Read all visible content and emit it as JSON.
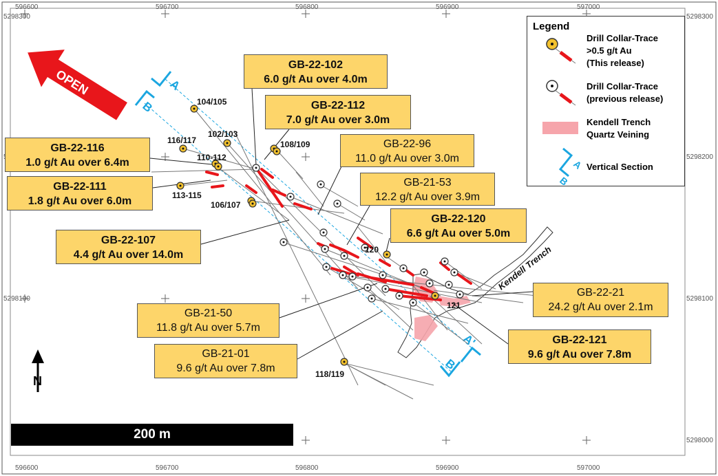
{
  "grid": {
    "x_labels": [
      "596600",
      "596700",
      "596800",
      "596900",
      "597000"
    ],
    "y_labels": [
      "5298300",
      "5298200",
      "5298100",
      "5298000"
    ]
  },
  "open_label": "OPEN",
  "section_labels": {
    "a": "A",
    "b": "B",
    "a_prime": "A'",
    "b_prime": "B'"
  },
  "north_label": "N",
  "trench_label": "Kendell Trench",
  "hole_labels": [
    "104/105",
    "102/103",
    "116/117",
    "110-112",
    "108/109",
    "113-115",
    "106/107",
    "120",
    "121",
    "118/119"
  ],
  "callouts": [
    {
      "hole": "GB-22-102",
      "grade": "6.0 g/t Au over 4.0m",
      "this_release": true
    },
    {
      "hole": "GB-22-112",
      "grade": "7.0 g/t Au over 3.0m",
      "this_release": true
    },
    {
      "hole": "GB-22-116",
      "grade": "1.0 g/t Au over 6.4m",
      "this_release": true
    },
    {
      "hole": "GB-22-96",
      "grade": "11.0 g/t Au over 3.0m",
      "this_release": false
    },
    {
      "hole": "GB-22-111",
      "grade": "1.8 g/t Au over 6.0m",
      "this_release": true
    },
    {
      "hole": "GB-21-53",
      "grade": "12.2 g/t Au over 3.9m",
      "this_release": false
    },
    {
      "hole": "GB-22-120",
      "grade": "6.6 g/t Au over 5.0m",
      "this_release": true
    },
    {
      "hole": "GB-22-107",
      "grade": "4.4 g/t Au over 14.0m",
      "this_release": true
    },
    {
      "hole": "GB-22-21",
      "grade": "24.2 g/t Au over 2.1m",
      "this_release": false
    },
    {
      "hole": "GB-21-50",
      "grade": "11.8 g/t Au over 5.7m",
      "this_release": false
    },
    {
      "hole": "GB-22-121",
      "grade": "9.6 g/t Au over 7.8m",
      "this_release": true
    },
    {
      "hole": "GB-21-01",
      "grade": "9.6 g/t Au over 7.8m",
      "this_release": false
    }
  ],
  "legend": {
    "title": "Legend",
    "items": [
      {
        "line1": "Drill Collar-Trace",
        "line2": ">0.5 g/t Au",
        "line3": "(This release)"
      },
      {
        "line1": "Drill Collar-Trace",
        "line2": "(previous release)"
      },
      {
        "line1": "Kendell Trench",
        "line2": "Quartz Veining"
      },
      {
        "line1": "Vertical Section"
      }
    ]
  },
  "scale_bar": "200 m",
  "colors": {
    "callout_fill": "#fdd56a",
    "trace_red": "#e8161b",
    "section_blue": "#1ba6e0",
    "veining_pink": "#f6a5ab",
    "collar_yellow": "#f2c12e",
    "arrow_red": "#e8161b"
  }
}
